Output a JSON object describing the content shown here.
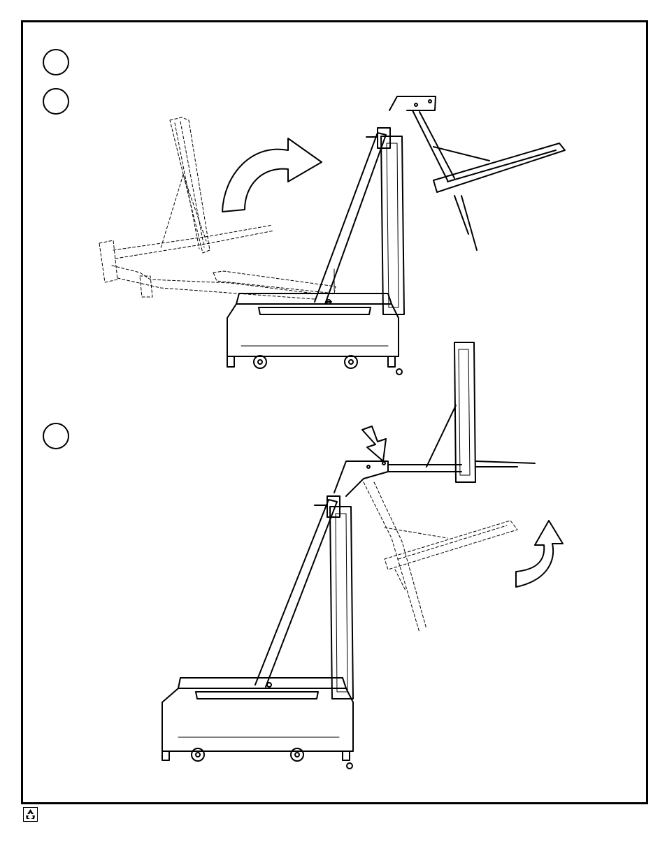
{
  "page": {
    "background": "#ffffff",
    "line_color": "#000000"
  },
  "steps": [
    {
      "marker": "circle",
      "label": ""
    },
    {
      "marker": "circle",
      "label": ""
    },
    {
      "marker": "circle",
      "label": ""
    }
  ],
  "illustrations": [
    {
      "name": "basketball-system-raising-to-upright",
      "arrow": "curved-arrow-right"
    },
    {
      "name": "basketball-system-lowering-backboard",
      "arrow": "curved-arrow-up"
    }
  ],
  "footer": {
    "logo": "recycle-icon"
  }
}
